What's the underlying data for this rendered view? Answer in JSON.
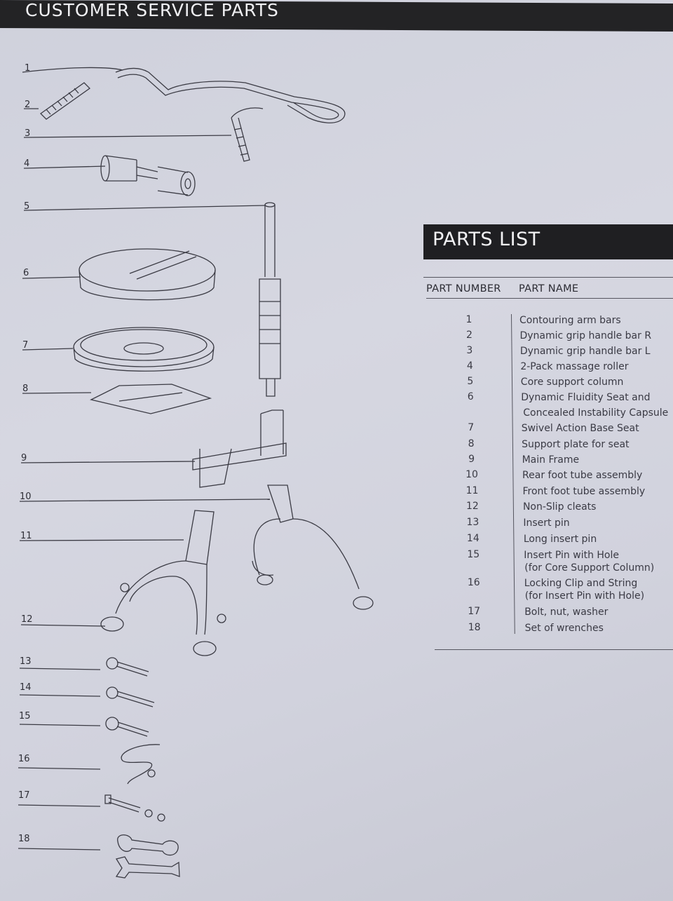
{
  "header": {
    "title": "CUSTOMER SERVICE PARTS"
  },
  "diagram": {
    "labels": [
      "1",
      "2",
      "3",
      "4",
      "5",
      "6",
      "7",
      "8",
      "9",
      "10",
      "11",
      "12",
      "13",
      "14",
      "15",
      "16",
      "17",
      "18"
    ]
  },
  "parts_list": {
    "title": "PARTS LIST",
    "col_number": "PART NUMBER",
    "col_name": "PART NAME",
    "rows": [
      {
        "number": "1",
        "name": "Contouring arm bars"
      },
      {
        "number": "2",
        "name": "Dynamic grip handle bar R"
      },
      {
        "number": "3",
        "name": "Dynamic grip handle bar L"
      },
      {
        "number": "4",
        "name": "2-Pack massage roller"
      },
      {
        "number": "5",
        "name": "Core support column"
      },
      {
        "number": "6",
        "name": "Dynamic Fluidity Seat and",
        "name2": "Concealed Instability Capsule"
      },
      {
        "number": "7",
        "name": "Swivel Action Base Seat"
      },
      {
        "number": "8",
        "name": "Support plate for seat"
      },
      {
        "number": "9",
        "name": "Main Frame"
      },
      {
        "number": "10",
        "name": "Rear foot tube assembly"
      },
      {
        "number": "11",
        "name": "Front foot tube assembly"
      },
      {
        "number": "12",
        "name": "Non-Slip cleats"
      },
      {
        "number": "13",
        "name": "Insert pin"
      },
      {
        "number": "14",
        "name": "Long insert pin"
      },
      {
        "number": "15",
        "name": "Insert Pin with Hole",
        "name2": "(for Core Support Column)"
      },
      {
        "number": "16",
        "name": "Locking Clip and String",
        "name2": "(for Insert Pin with Hole)"
      },
      {
        "number": "17",
        "name": "Bolt, nut, washer"
      },
      {
        "number": "18",
        "name": "Set of wrenches"
      }
    ]
  }
}
